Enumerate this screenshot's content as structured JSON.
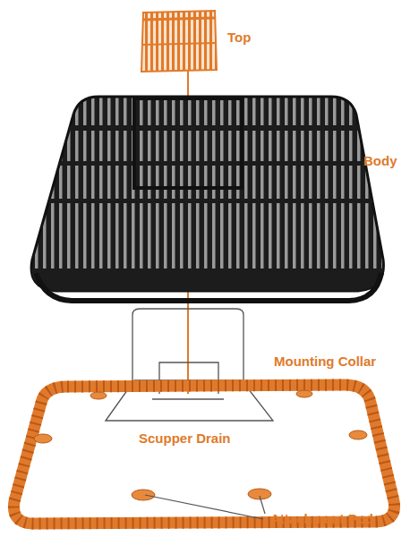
{
  "diagram": {
    "labels": [
      "Top",
      "Body",
      "Mounting Collar",
      "Scupper Drain",
      "Attachment Pod"
    ]
  }
}
